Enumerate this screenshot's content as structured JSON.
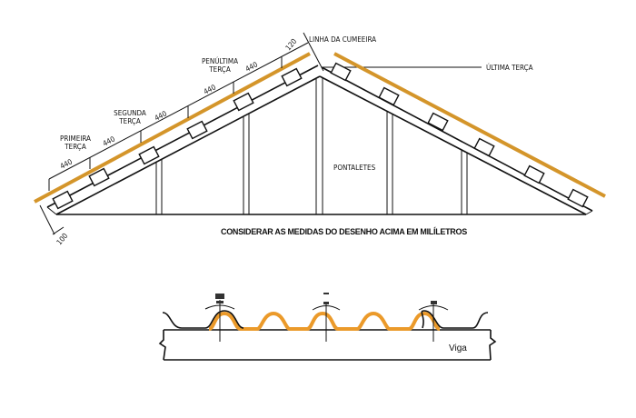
{
  "truss": {
    "ridge_line_label": "LINHA DA CUMEEIRA",
    "last_purlin_label": "ÚLTIMA TERÇA",
    "first_purlin_label": [
      "PRIMEIRA",
      "TERÇA"
    ],
    "second_purlin_label": [
      "SEGUNDA",
      "TERÇA"
    ],
    "penultimate_purlin_label": [
      "PENÚLTIMA",
      "TERÇA"
    ],
    "posts_label": "PONTALETES",
    "spacing_labels": [
      "440",
      "440",
      "440",
      "440",
      "440"
    ],
    "ridge_gap_label": "120",
    "eave_overhang_label": "100",
    "note": "CONSIDERAR  AS MEDIDAS DO DESENHO ACIMA EM MILÍLETROS"
  },
  "section": {
    "beam_label": "Viga"
  },
  "colors": {
    "tile_line": "#d4952a",
    "tile_profile": "#eb9a2a",
    "ink": "#111111"
  }
}
